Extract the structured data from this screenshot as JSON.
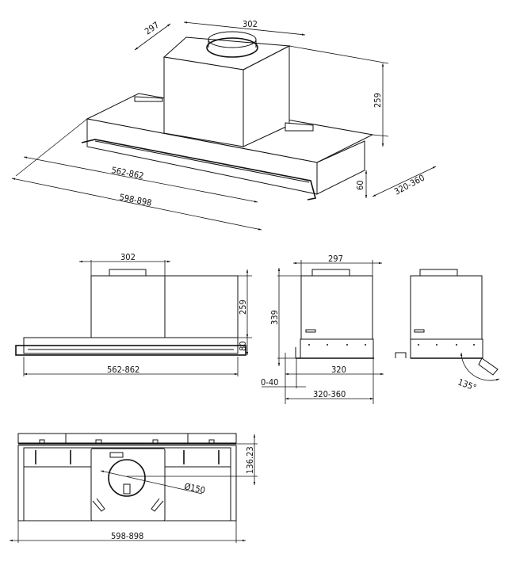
{
  "iso_view": {
    "dim_width_chimney": "302",
    "dim_depth_chimney": "297",
    "dim_height_chimney": "259",
    "dim_inner_width": "562-862",
    "dim_outer_width": "598-898",
    "dim_height_body": "60",
    "dim_depth_body": "320-360"
  },
  "front_view": {
    "dim_width_chimney": "302",
    "dim_height_chimney": "259",
    "dim_height_body": "80",
    "dim_inner_width": "562-862"
  },
  "side_view": {
    "dim_depth_chimney": "297",
    "dim_total_height": "339",
    "dim_depth": "320",
    "dim_offset": "0-40",
    "dim_depth_range": "320-360"
  },
  "side_view_open": {
    "dim_angle": "135°"
  },
  "bottom_view": {
    "dim_outlet_offset": "136.23",
    "dim_outlet_diameter": "Ø150",
    "dim_outer_width": "598-898"
  }
}
